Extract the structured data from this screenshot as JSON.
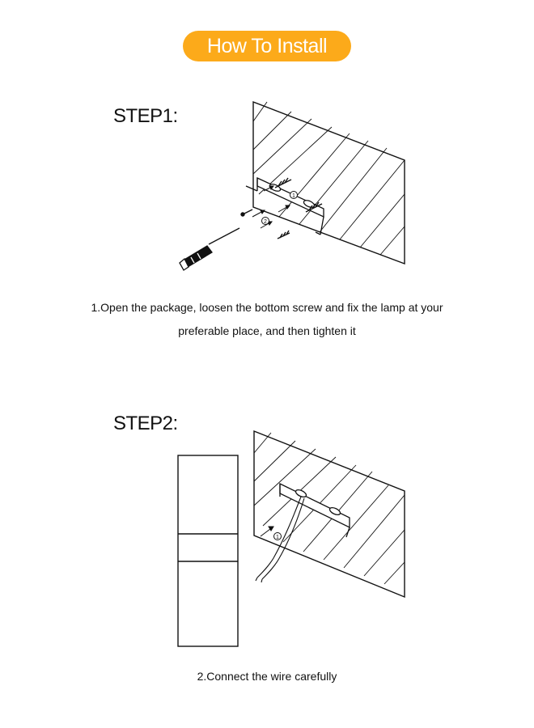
{
  "header": {
    "title": "How To Install"
  },
  "step1": {
    "title": "STEP1:",
    "caption_line1": "1.Open the package, loosen the bottom screw and fix the lamp at your",
    "caption_line2": "preferable place, and then tighten it",
    "callouts": [
      "1",
      "2"
    ]
  },
  "step2": {
    "title": "STEP2:",
    "caption": "2.Connect the wire carefully",
    "callouts": [
      "1"
    ]
  },
  "colors": {
    "accent": "#fcaa1a",
    "ink": "#111111"
  },
  "icons": [
    "screwdriver-icon",
    "screw-icon",
    "wall-illustration",
    "mounting-bracket",
    "lamp-illustration",
    "wire-illustration"
  ]
}
